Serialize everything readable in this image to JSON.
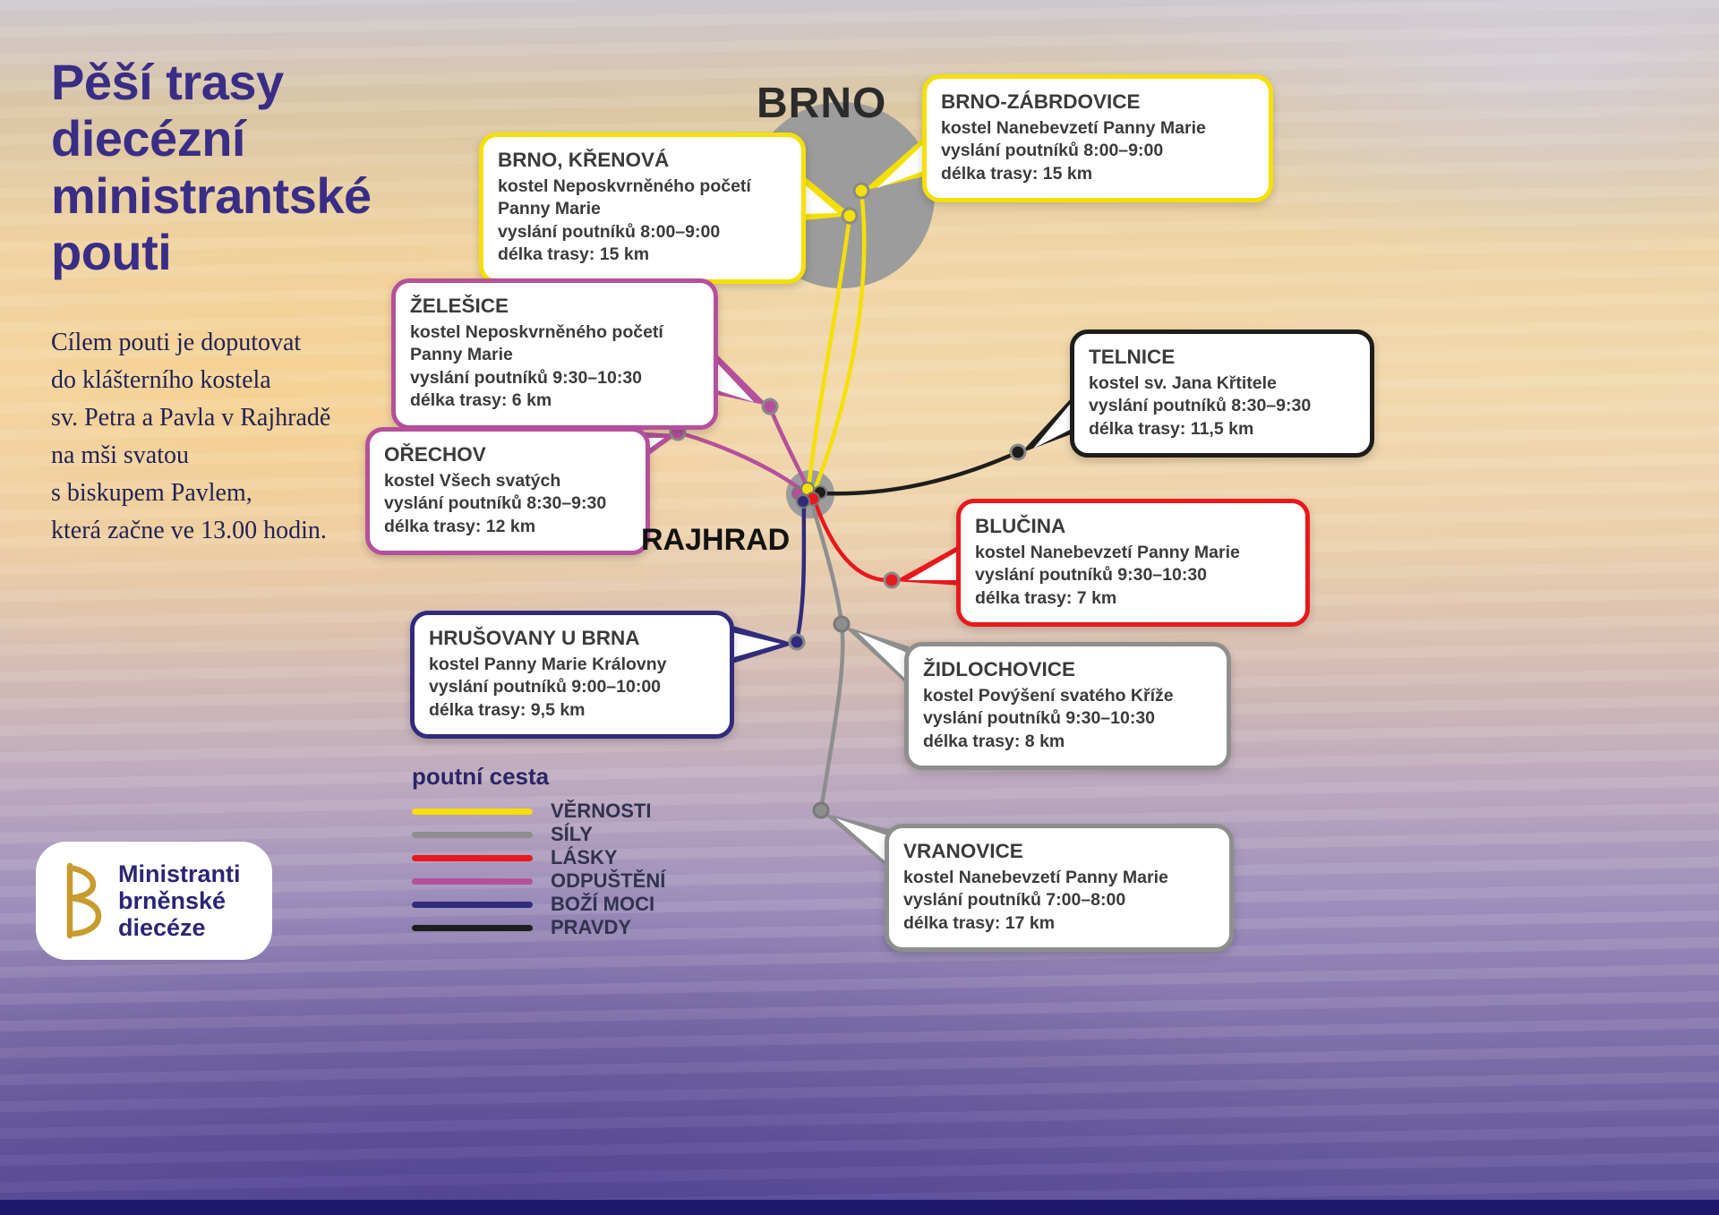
{
  "title": "Pěší trasy\ndiecézní\nministrantské\npouti",
  "intro": "Cílem pouti je doputovat\ndo klášterního kostela\nsv. Petra a Pavla v Rajhradě\nna mši svatou\ns biskupem Pavlem,\nkterá začne ve 13.00 hodin.",
  "colors": {
    "vernosti": "#f5e003",
    "sily": "#8e8e8e",
    "lasky": "#e8191d",
    "odpusteni": "#b5509b",
    "bozi_moci": "#322b7c",
    "pravdy": "#1d1d1b",
    "city_circle": "#9c9c9c",
    "dot_ring": "#8a8a8a"
  },
  "map": {
    "cities": [
      {
        "name": "BRNO"
      },
      {
        "name": "RAJHRAD"
      }
    ],
    "callouts": [
      {
        "title": "BRNO, KŘENOVÁ",
        "church": "kostel Neposkvrněného početí Panny Marie",
        "departure": "vyslání poutníků 8:00–9:00",
        "length": "délka trasy: 15 km",
        "color": "#f5e003",
        "route": "VĚRNOSTI"
      },
      {
        "title": "BRNO-ZÁBRDOVICE",
        "church": "kostel Nanebevzetí Panny Marie",
        "departure": "vyslání poutníků 8:00–9:00",
        "length": "délka trasy: 15 km",
        "color": "#f5e003",
        "route": "VĚRNOSTI"
      },
      {
        "title": "ŽELEŠICE",
        "church": "kostel Neposkvrněného početí Panny Marie",
        "departure": "vyslání poutníků 9:30–10:30",
        "length": "délka trasy: 6 km",
        "color": "#b5509b",
        "route": "ODPUŠTĚNÍ"
      },
      {
        "title": "TELNICE",
        "church": "kostel sv. Jana Křtitele",
        "departure": "vyslání poutníků 8:30–9:30",
        "length": "délka trasy: 11,5 km",
        "color": "#1d1d1b",
        "route": "PRAVDY"
      },
      {
        "title": "OŘECHOV",
        "church": "kostel Všech svatých",
        "departure": "vyslání poutníků 8:30–9:30",
        "length": "délka trasy: 12 km",
        "color": "#b5509b",
        "route": "ODPUŠTĚNÍ"
      },
      {
        "title": "BLUČINA",
        "church": "kostel Nanebevzetí Panny Marie",
        "departure": "vyslání poutníků 9:30–10:30",
        "length": "délka trasy: 7 km",
        "color": "#e8191d",
        "route": "LÁSKY"
      },
      {
        "title": "HRUŠOVANY U BRNA",
        "church": "kostel Panny Marie Královny",
        "departure": "vyslání poutníků 9:00–10:00",
        "length": "délka trasy: 9,5 km",
        "color": "#322b7c",
        "route": "BOŽÍ MOCI"
      },
      {
        "title": "ŽIDLOCHOVICE",
        "church": "kostel Povýšení svatého Kříže",
        "departure": "vyslání poutníků 9:30–10:30",
        "length": "délka trasy: 8 km",
        "color": "#8e8e8e",
        "route": "SÍLY"
      },
      {
        "title": "VRANOVICE",
        "church": "kostel Nanebevzetí Panny Marie",
        "departure": "vyslání poutníků 7:00–8:00",
        "length": "délka trasy: 17 km",
        "color": "#8e8e8e",
        "route": "SÍLY"
      }
    ]
  },
  "legend": {
    "title": "poutní cesta",
    "items": [
      {
        "label": "VĚRNOSTI",
        "color": "#f5e003"
      },
      {
        "label": "SÍLY",
        "color": "#8e8e8e"
      },
      {
        "label": "LÁSKY",
        "color": "#e8191d"
      },
      {
        "label": "ODPUŠTĚNÍ",
        "color": "#b5509b"
      },
      {
        "label": "BOŽÍ MOCI",
        "color": "#322b7c"
      },
      {
        "label": "PRAVDY",
        "color": "#1d1d1b"
      }
    ]
  },
  "logo": {
    "text": "Ministranti\nbrněnské\ndiecéze"
  }
}
